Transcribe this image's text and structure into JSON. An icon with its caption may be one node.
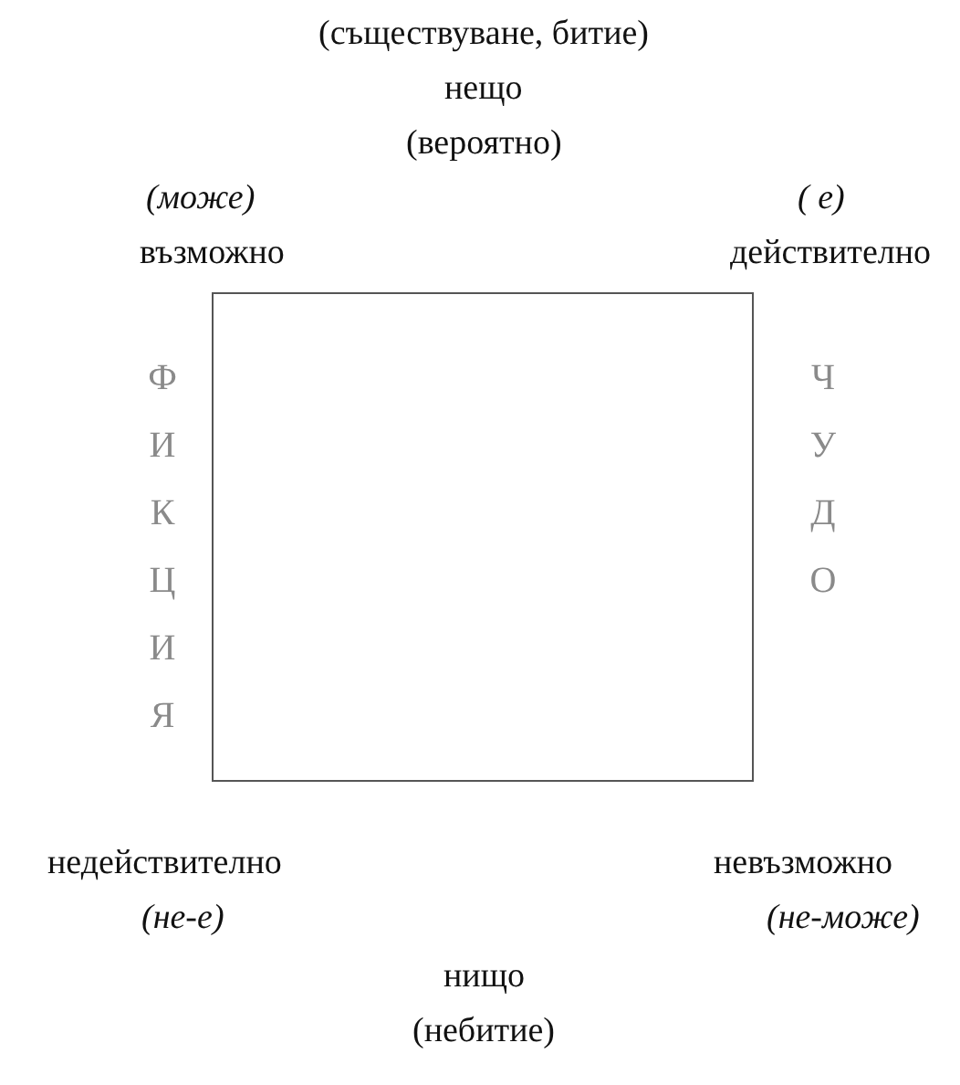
{
  "diagram": {
    "nodes": [
      {
        "text": [],
        "shape": "box"
      }
    ],
    "labels": [
      "(съществуване, битие)",
      "нещо",
      "(вероятно)",
      "(може)",
      "( е)",
      "възможно",
      "действително",
      "ФИКЦИЯ",
      "ЧУДО",
      "недействително",
      "невъзможно",
      "(не-е)",
      "(не-може)",
      "нищо",
      "(небитие)"
    ]
  }
}
